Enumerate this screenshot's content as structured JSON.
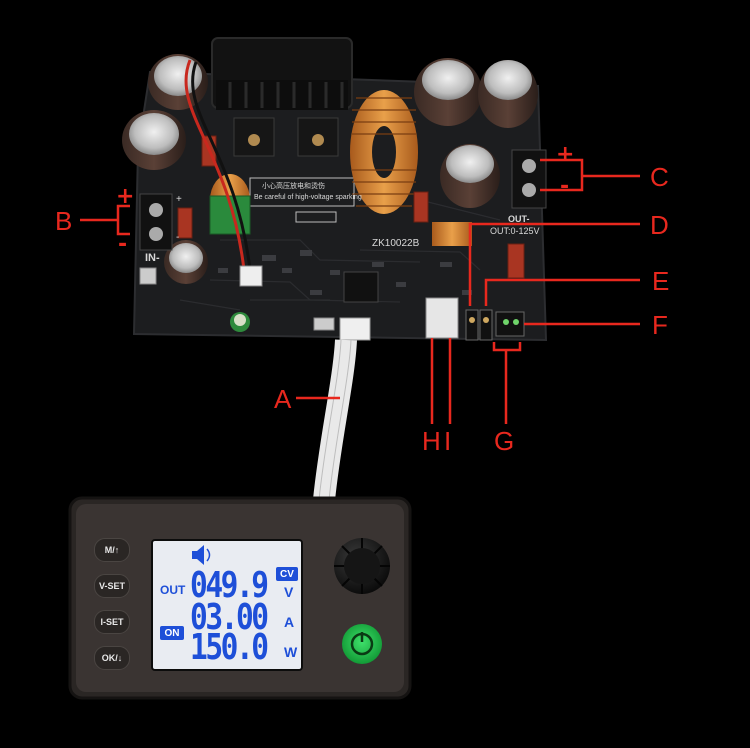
{
  "board": {
    "model": "ZK10022B",
    "input_label": "IN-",
    "output_label": "OUT-",
    "output_range": "OUT:0-125V",
    "warning_cn": "小心高压放电和烫伤",
    "warning_en": "Be careful of high-voltage sparking",
    "in_plus_marker": "+",
    "in_minus_marker": "-"
  },
  "callouts": {
    "A": "A",
    "B": "B",
    "C": "C",
    "D": "D",
    "E": "E",
    "F": "F",
    "G": "G",
    "H": "H",
    "I": "I",
    "b_plus": "+",
    "b_minus": "-",
    "c_plus": "+",
    "c_minus": "-"
  },
  "controller": {
    "buttons": {
      "mode": "M/↑",
      "vset": "V-SET",
      "iset": "I-SET",
      "ok": "OK/↓"
    },
    "lcd": {
      "out_label": "OUT",
      "cv_badge": "CV",
      "on_badge": "ON",
      "voltage": "049.9",
      "voltage_unit": "V",
      "current": "03.00",
      "current_unit": "A",
      "power": "150.0",
      "power_unit": "W",
      "speaker_icon": "speaker-icon"
    },
    "power_button_icon": "power-icon"
  },
  "colors": {
    "callout": "#e8281e",
    "lcd_digits": "#1e4fd8",
    "lcd_bg": "#e9ecf2",
    "power_button": "#1fc24a"
  }
}
